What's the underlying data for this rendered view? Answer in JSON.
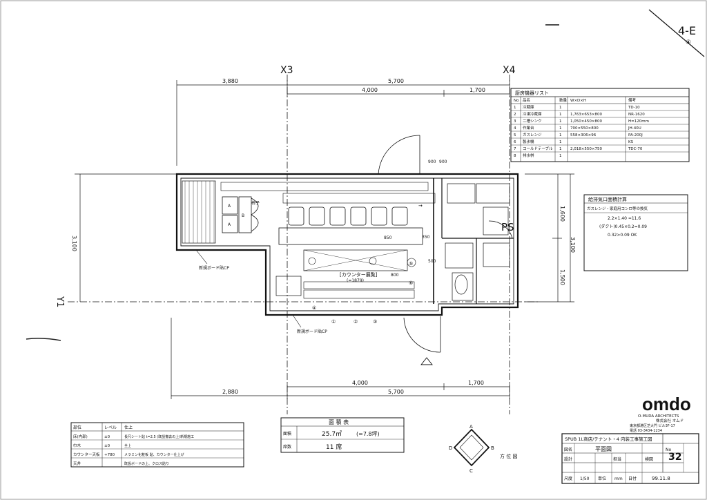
{
  "sheet": {
    "number": "4-E",
    "revision_mark": "④",
    "drawing_no": "32"
  },
  "grid": {
    "x3": "X3",
    "x4": "X4",
    "y1": "Y1",
    "ps": "PS"
  },
  "dims": {
    "top_left": "3,880",
    "top_total": "5,700",
    "top_a": "4,000",
    "top_b": "1,700",
    "bottom_left": "2,880",
    "bottom_total": "5,700",
    "bottom_a": "4,000",
    "bottom_b": "1,700",
    "left_height": "3,100",
    "right_total": "3,100",
    "right_a": "1,600",
    "right_b": "1,500",
    "door_a": "900",
    "door_b": "900",
    "d850": "850",
    "d800": "800",
    "d350": "350",
    "d500": "500"
  },
  "plan_labels": {
    "counter": "[カウンター展覧]",
    "counter_sub": "(=1879)",
    "board_top": "新規ボード貼CP",
    "board_bottom": "新規ボード貼CP",
    "chair": "椅子",
    "a1": "A",
    "a2": "A",
    "b1": "B",
    "arrow_label": "→",
    "d1": "①",
    "d2": "②",
    "d3": "③",
    "d4": "④",
    "d5": "⑤",
    "d6": "⑥"
  },
  "equipment_list": {
    "title": "厨房機器リスト",
    "headers": [
      "No",
      "品名",
      "数量",
      "W×D×H",
      "備考"
    ],
    "rows": [
      [
        "1",
        "冷蔵庫",
        "1",
        "",
        "TD-10"
      ],
      [
        "2",
        "冷凍冷蔵庫",
        "1",
        "1,763×653×800",
        "NR-1620"
      ],
      [
        "3",
        "二槽シンク",
        "1",
        "1,050×450×800",
        "H=120mm"
      ],
      [
        "4",
        "作業台",
        "1",
        "700×550×800",
        "JH-40U"
      ],
      [
        "5",
        "ガスレンジ",
        "1",
        "558×306×96",
        "PA-200J"
      ],
      [
        "6",
        "製氷機",
        "1",
        "",
        "KS"
      ],
      [
        "7",
        "コールドテーブル",
        "1",
        "2,018×550×750",
        "TDC-70"
      ],
      [
        "8",
        "排水桝",
        "1",
        "",
        ""
      ]
    ]
  },
  "opening_calc": {
    "title": "給排気口面積計算",
    "line1": "ガスレンジ・家庭用コンロ等の換気",
    "line2": "2.2×1.40 =11.6",
    "line3": "(ダクト)0.45×0.2=0.09",
    "line4": "0.32>0.09  OK"
  },
  "finish_table": {
    "headers": [
      "部位",
      "レベル",
      "仕上"
    ],
    "rows": [
      [
        "床(内部)",
        "±0",
        "長尺シート貼 t=2.5 (既設撤去の上)新規施工"
      ],
      [
        "巾木",
        "±0",
        "全上"
      ],
      [
        "カウンター天板",
        "+780",
        "メラミン化粧板 貼、カウンター仕上げ"
      ],
      [
        "天井",
        "",
        "既設ボードの上、クロス貼り"
      ]
    ]
  },
  "area_box": {
    "title": "面 積 表",
    "row1_label": "面積",
    "row1_value": "25.7㎡",
    "row1_tsubo": "(=7.8坪)",
    "row2_label": "席数",
    "row2_value": "11 席"
  },
  "compass": {
    "n": "A",
    "e": "B",
    "s": "C",
    "w": "D",
    "label": "方 位 図"
  },
  "logo": {
    "brand": "omdo",
    "sub1": "O-MUDA ARCHITECTS",
    "sub2": "株式会社 オムド",
    "addr1": "東京都港区芝大門 ビル3F-17",
    "addr2": "電話 03-3434-1234"
  },
  "title_block": {
    "project": "SPUB 1L商店/テナント・4 内装工事施工図",
    "drawing_label": "図名",
    "drawing_name": "平面図",
    "design_label": "設計",
    "check_label": "担当",
    "approve_label": "検図",
    "scale_label": "尺度",
    "scale": "1/50",
    "unit_label": "単位",
    "unit": "mm",
    "date_label": "日付",
    "date": "99.11.8",
    "no_label": "No"
  }
}
